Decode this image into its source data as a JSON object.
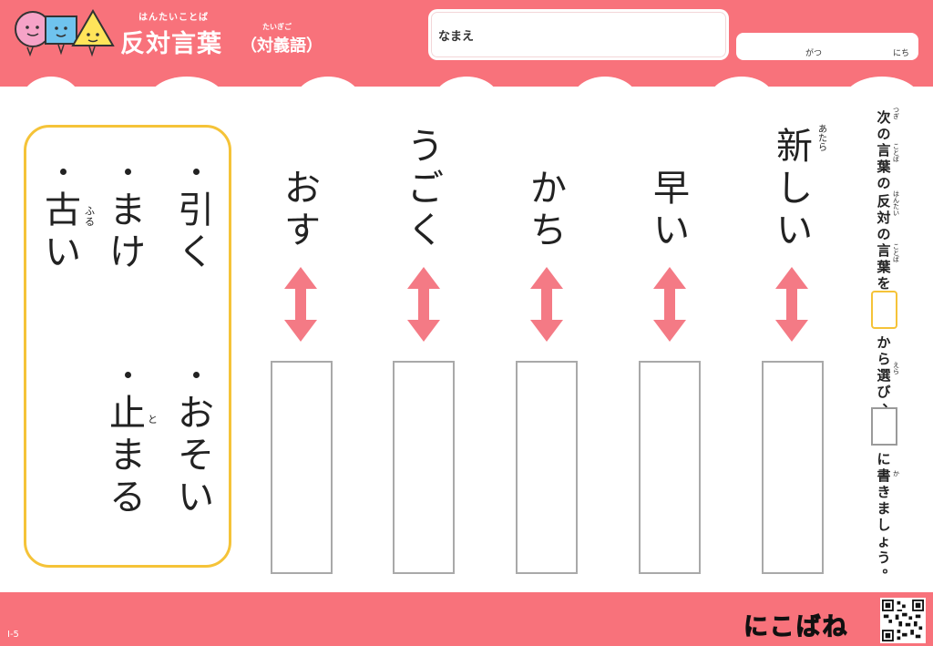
{
  "header": {
    "title_ruby": "はんたいことば",
    "title": "反対言葉",
    "subtitle_ruby": "たいぎご",
    "subtitle": "（対義語）",
    "name_label": "なまえ",
    "date_month_label": "がつ",
    "date_day_label": "にち"
  },
  "choices": {
    "items": [
      {
        "word": "引く",
        "ruby": ""
      },
      {
        "word": "おそい",
        "ruby": ""
      },
      {
        "word": "まけ",
        "ruby": ""
      },
      {
        "word": "止まる",
        "ruby": "と"
      },
      {
        "word": "古い",
        "ruby": "ふる"
      }
    ]
  },
  "questions": [
    {
      "word": "新しい",
      "ruby": "あたら"
    },
    {
      "word": "早い",
      "ruby": ""
    },
    {
      "word": "かち",
      "ruby": ""
    },
    {
      "word": "うごく",
      "ruby": ""
    },
    {
      "word": "おす",
      "ruby": ""
    }
  ],
  "instructions": {
    "line1": "次の言葉の",
    "line1_ruby_tsugi": "つぎ",
    "line1_ruby_kotoba": "ことば",
    "line2": "反対の言葉を",
    "line2_ruby_hantai": "はんたい",
    "line2_ruby_kotoba": "ことば",
    "line3": "から選び、",
    "line3_ruby": "えら",
    "line4": "に書きましょう。",
    "line4_ruby": "か"
  },
  "footer": {
    "code": "I-5",
    "brand": "にこばね"
  },
  "colors": {
    "accent_pink": "#f8727b",
    "choice_border": "#f5c338",
    "arrow": "#f47a85"
  }
}
